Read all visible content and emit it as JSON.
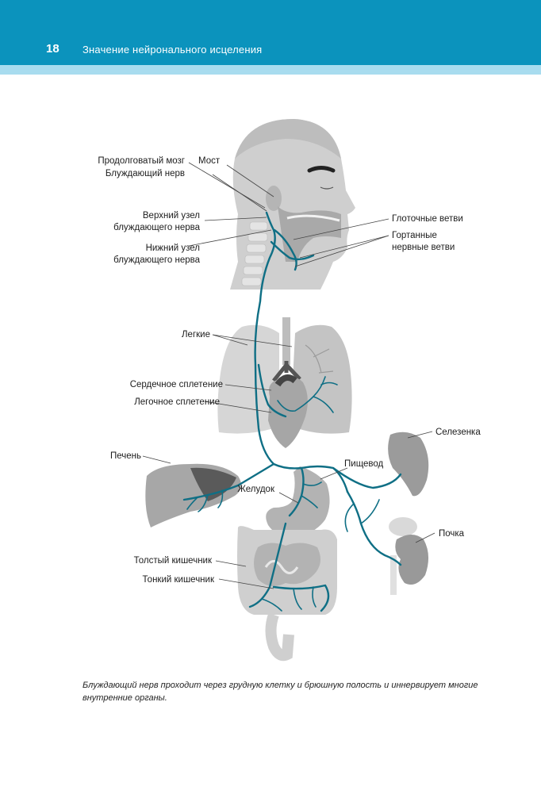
{
  "header": {
    "page_number": "18",
    "chapter_title": "Значение нейронального  исцеления"
  },
  "figure": {
    "labels": {
      "medulla": "Продолговатый мозг",
      "vagus": "Блуждающий нерв",
      "pons": "Мост",
      "superior_ganglion_1": "Верхний узел",
      "superior_ganglion_2": "блуждающего нерва",
      "inferior_ganglion_1": "Нижний узел",
      "inferior_ganglion_2": "блуждающего нерва",
      "pharyngeal": "Глоточные ветви",
      "laryngeal_1": "Гортанные",
      "laryngeal_2": "нервные ветви",
      "lungs": "Легкие",
      "cardiac_plexus": "Сердечное сплетение",
      "pulmonary_plexus": "Легочное  сплетение",
      "spleen": "Селезенка",
      "liver": "Печень",
      "esophagus": "Пищевод",
      "stomach": "Желудок",
      "kidney": "Почка",
      "large_intestine": "Толстый кишечник",
      "small_intestine": "Тонкий кишечник"
    }
  },
  "caption": "Блуждающий нерв проходит через грудную клетку и брюшную полость и иннервирует многие внутренние органы.",
  "colors": {
    "header": "#0b93bd",
    "header_stripe": "#a8dcef",
    "nerve": "#0f6f85"
  }
}
